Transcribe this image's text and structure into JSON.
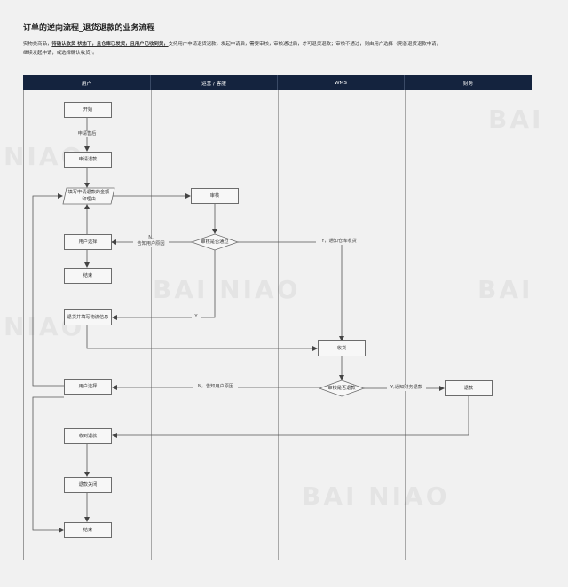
{
  "header": {
    "title": "订单的逆向流程_退货退款的业务流程",
    "desc_prefix": "实物类商品，",
    "desc_emphasis": "待确认收货 状态下，且仓库已发货，且用户已收到货，",
    "desc_rest": "支持用户申请退货退款，发起申请后，需要审核，审核通过后，才可退货退款；审核不通过，则由用户选择（完善退货退款申请，",
    "desc_line2": "继续发起申请，或选择确认收货）。"
  },
  "lanes": [
    "用户",
    "运营 / 客服",
    "WMS",
    "财务"
  ],
  "nodes": {
    "start": "开始",
    "apply_refund": "申请退款",
    "fill_reason_line1": "填写申请退款的金额",
    "fill_reason_line2": "和理由",
    "review": "审核",
    "user_choice_1": "用户选择",
    "end_1": "结束",
    "fill_logistics": "退货并填写物流信息",
    "review_pass": "审核是否通过",
    "receive_goods": "收货",
    "user_choice_2": "用户选择",
    "refund_decision": "审核是否退款",
    "refund": "退款",
    "receive_refund": "收到退款",
    "refund_closed": "退款关闭",
    "end_2": "结束"
  },
  "edge_labels": {
    "after_apply": "申请售后",
    "n_notify_line1": "N,",
    "n_notify_line2": "告知用户原因",
    "y_notify_wms": "Y，通知仓库收货",
    "y_back": "Y",
    "n_notify_reason": "N，告知用户原因",
    "y_notify_finance": "Y,通知财务退款"
  },
  "watermark": {
    "brand": "BAI NIAO",
    "brand_short": "BAI",
    "brand_partial": "NIAO"
  }
}
